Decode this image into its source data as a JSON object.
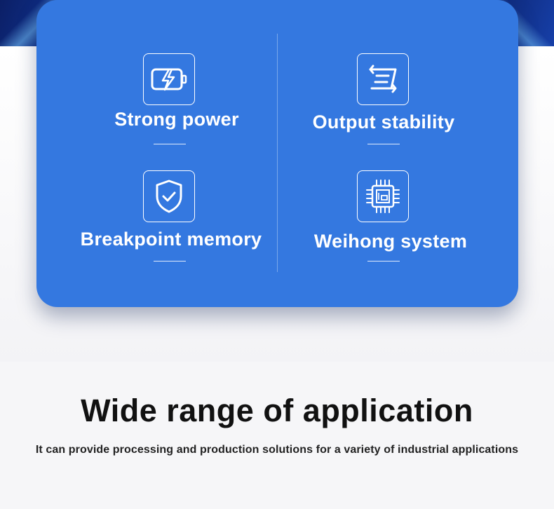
{
  "features": [
    {
      "title": "Strong power",
      "icon": "battery-bolt-icon"
    },
    {
      "title": "Output stability",
      "icon": "stack-arrows-icon"
    },
    {
      "title": "Breakpoint memory",
      "icon": "shield-check-icon"
    },
    {
      "title": "Weihong system",
      "icon": "chip-icon"
    }
  ],
  "section": {
    "title": "Wide range of application",
    "subtitle": "It can provide processing and production solutions for a variety of industrial applications"
  },
  "colors": {
    "card": "#3478e0",
    "title": "#111111"
  }
}
